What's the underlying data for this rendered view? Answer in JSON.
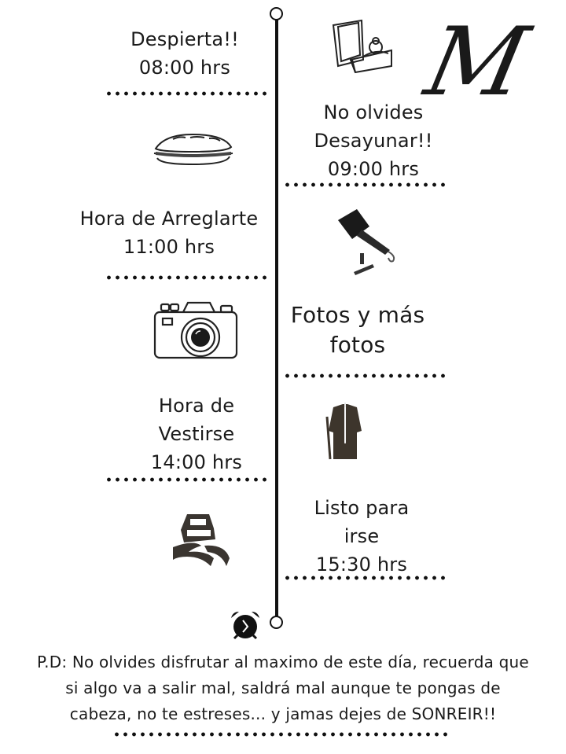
{
  "monogram": "M",
  "timeline": [
    {
      "side": "left",
      "lines": [
        "Despierta!!",
        "08:00 hrs"
      ],
      "icon": "ring-box-icon"
    },
    {
      "side": "right",
      "lines": [
        "No olvides",
        "Desayunar!!",
        "09:00 hrs"
      ],
      "icon": "sandwich-icon"
    },
    {
      "side": "left",
      "lines": [
        "Hora de Arreglarte",
        "11:00 hrs"
      ],
      "icon": "hair-dryer-icon"
    },
    {
      "side": "right",
      "lines": [
        "Fotos y más",
        "fotos"
      ],
      "icon": "camera-icon"
    },
    {
      "side": "left",
      "lines": [
        "Hora de",
        "Vestirse",
        "14:00 hrs"
      ],
      "icon": "suit-icon"
    },
    {
      "side": "right",
      "lines": [
        "Listo para",
        "irse",
        "15:30 hrs"
      ],
      "icon": "wedding-car-icon"
    }
  ],
  "end_icon": "alarm-clock-icon",
  "footer": {
    "lines": [
      "P.D: No olvides disfrutar al maximo de este día, recuerda que",
      "si algo va a salir mal, saldrá mal aunque te pongas de",
      "cabeza, no te estreses... y jamas dejes de SONREIR!!"
    ]
  },
  "colors": {
    "ink": "#111111",
    "background": "#ffffff",
    "car": "#3a3530",
    "suit": "#3d352c"
  }
}
